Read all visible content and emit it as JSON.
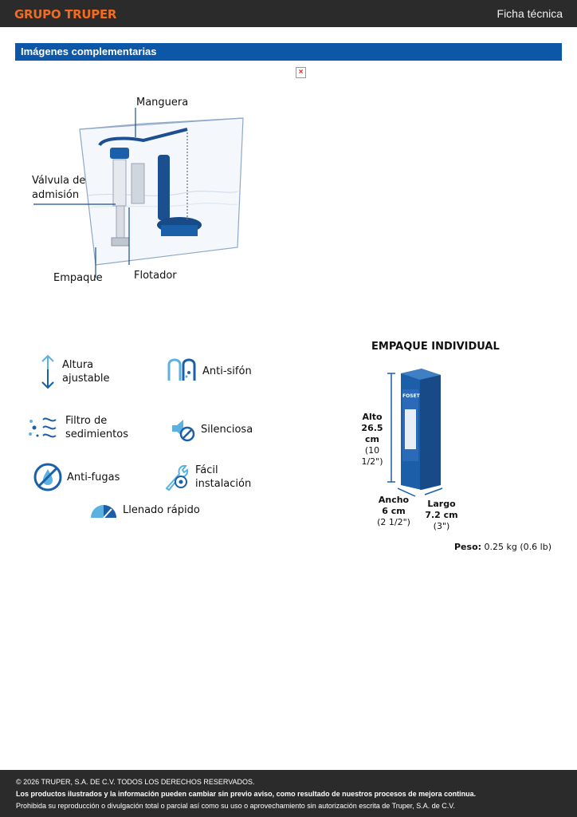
{
  "header": {
    "brand": "GRUPO TRUPER",
    "doc_type": "Ficha técnica"
  },
  "section": {
    "title": "Imágenes complementarias"
  },
  "diagram": {
    "labels": {
      "manguera": "Manguera",
      "valvula_1": "Válvula de",
      "valvula_2": "admisión",
      "empaque": "Empaque",
      "flotador": "Flotador"
    }
  },
  "features": [
    {
      "icon": "adjustable-height-icon",
      "line1": "Altura",
      "line2": "ajustable"
    },
    {
      "icon": "anti-siphon-icon",
      "line1": "Anti-sifón",
      "line2": ""
    },
    {
      "icon": "sediment-filter-icon",
      "line1": "Filtro de",
      "line2": "sedimientos"
    },
    {
      "icon": "silent-icon",
      "line1": "Silenciosa",
      "line2": ""
    },
    {
      "icon": "anti-leak-icon",
      "line1": "Anti-fugas",
      "line2": ""
    },
    {
      "icon": "easy-install-icon",
      "line1": "Fácil",
      "line2": "instalación"
    },
    {
      "icon": "fast-fill-icon",
      "line1": "Llenado rápido",
      "line2": ""
    }
  ],
  "package": {
    "title": "EMPAQUE INDIVIDUAL",
    "box_brand": "FOSET",
    "alto": {
      "label": "Alto",
      "metric": "26.5 cm",
      "imperial": "(10 1/2\")"
    },
    "ancho": {
      "label": "Ancho",
      "metric": "6 cm",
      "imperial": "(2 1/2\")"
    },
    "largo": {
      "label": "Largo",
      "metric": "7.2 cm",
      "imperial": "(3\")"
    },
    "peso_label": "Peso:",
    "peso_value": "0.25 kg (0.6 lb)"
  },
  "footer": {
    "copyright": "© 2026 TRUPER, S.A. DE C.V. TODOS LOS DERECHOS RESERVADOS.",
    "notice": "Los productos ilustrados y la información pueden cambiar sin previo aviso, como resultado de nuestros procesos de mejora continua.",
    "rights": "Prohibida su reproducción o divulgación total o parcial así como su uso o aprovechamiento sin autorización escrita de Truper, S.A. de C.V."
  },
  "colors": {
    "accent": "#0d57a8",
    "brand": "#f26b21",
    "dark": "#2b2b2b",
    "icon_blue": "#1b5fa8",
    "icon_light": "#5bb2e0"
  }
}
